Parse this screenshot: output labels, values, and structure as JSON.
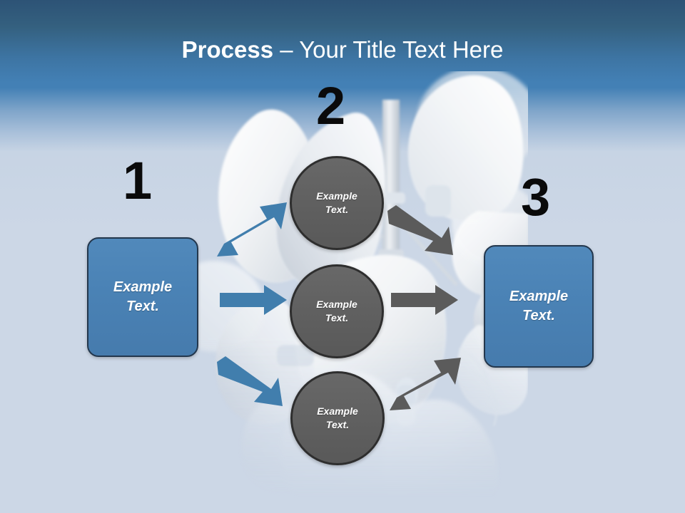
{
  "slide": {
    "title_strong": "Process",
    "title_separator": " – ",
    "title_rest": "Your Title Text Here",
    "background_image": "megaphone-cluster-photo",
    "colors": {
      "header_top": "#2d5376",
      "header_bottom": "#4380b5",
      "body_background": "#ccd7e6",
      "box_fill": "#4a82b5",
      "box_border": "#23374d",
      "circle_fill": "#606060",
      "circle_border": "#2e2e2e",
      "blue_arrow": "#417ead",
      "gray_arrow": "#5b5b5b",
      "number_color": "#0a0a0a",
      "label_text": "#ffffff"
    }
  },
  "steps": [
    {
      "number": "1",
      "label": "Example\nText."
    },
    {
      "number": "2",
      "label": "Example\nText."
    },
    {
      "number": "3",
      "label": "Example\nText."
    }
  ],
  "stage_left": {
    "number": "1",
    "label": "Example\nText."
  },
  "stage_middle": {
    "number": "2",
    "nodes": [
      {
        "label": "Example\nText."
      },
      {
        "label": "Example\nText."
      },
      {
        "label": "Example\nText."
      }
    ]
  },
  "stage_right": {
    "number": "3",
    "label": "Example\nText."
  },
  "connectors": {
    "blue": [
      {
        "name": "blue-arrow-up",
        "direction": "up-right"
      },
      {
        "name": "blue-arrow-right",
        "direction": "right"
      },
      {
        "name": "blue-arrow-down",
        "direction": "down-right"
      }
    ],
    "gray": [
      {
        "name": "gray-arrow-down",
        "direction": "down-right"
      },
      {
        "name": "gray-arrow-right",
        "direction": "right"
      },
      {
        "name": "gray-arrow-up",
        "direction": "up-right"
      }
    ]
  }
}
